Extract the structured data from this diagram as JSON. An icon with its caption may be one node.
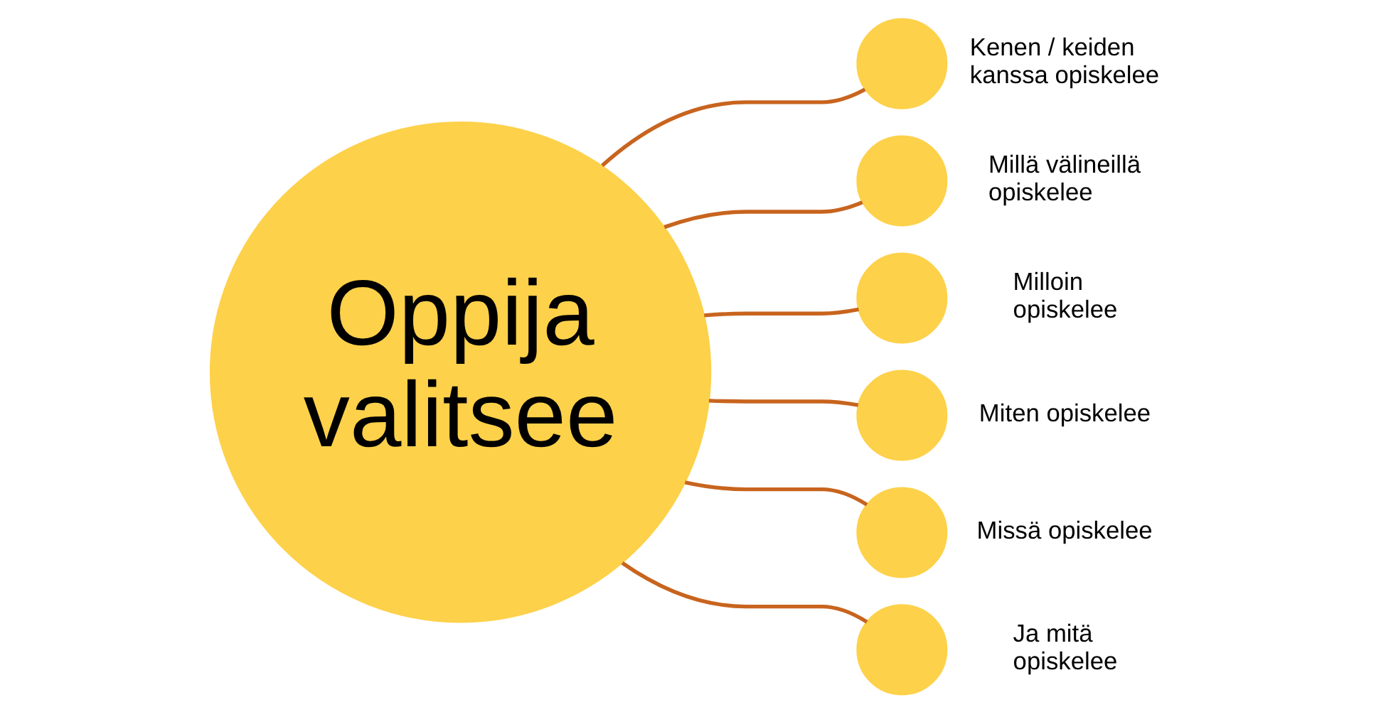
{
  "diagram": {
    "nodes": [
      {
        "text": [
          "Oppija valitsee"
        ]
      },
      {
        "text": [],
        "shape": "circle",
        "beside": [
          "Kenen / keiden kanssa opiskelee"
        ]
      },
      {
        "text": [],
        "shape": "circle",
        "beside": [
          "Millä välineillä opiskelee"
        ]
      },
      {
        "text": [],
        "shape": "circle",
        "beside": [
          "Milloin opiskelee"
        ]
      },
      {
        "text": [],
        "shape": "circle",
        "beside": [
          "Miten opiskelee"
        ]
      },
      {
        "text": [],
        "shape": "circle",
        "beside": [
          "Missä opiskelee"
        ]
      },
      {
        "text": [],
        "shape": "circle",
        "beside": [
          "Ja mitä opiskelee"
        ]
      }
    ],
    "edges": [
      {
        "from": 0,
        "to": 1,
        "arrow": "none"
      },
      {
        "from": 0,
        "to": 2,
        "arrow": "none"
      },
      {
        "from": 0,
        "to": 3,
        "arrow": "none"
      },
      {
        "from": 0,
        "to": 4,
        "arrow": "none"
      },
      {
        "from": 0,
        "to": 5,
        "arrow": "none"
      },
      {
        "from": 0,
        "to": 6,
        "arrow": "none"
      }
    ]
  }
}
